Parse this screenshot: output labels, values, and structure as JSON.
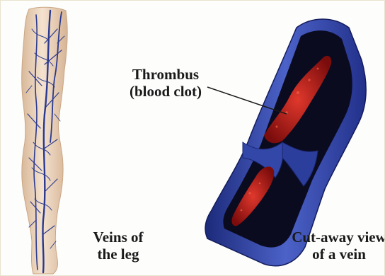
{
  "labels": {
    "thrombus": {
      "line1": "Thrombus",
      "line2": "(blood clot)"
    },
    "veins_of_leg": {
      "line1": "Veins of",
      "line2": "the leg"
    },
    "cutaway": {
      "line1": "Cut-away view",
      "line2": "of a vein"
    }
  },
  "colors": {
    "vein_blue": "#2e3fa0",
    "vein_light": "#5a6fd0",
    "vein_interior": "#0a0a1e",
    "clot_red": "#c8201c",
    "skin": "#efd9c2"
  }
}
